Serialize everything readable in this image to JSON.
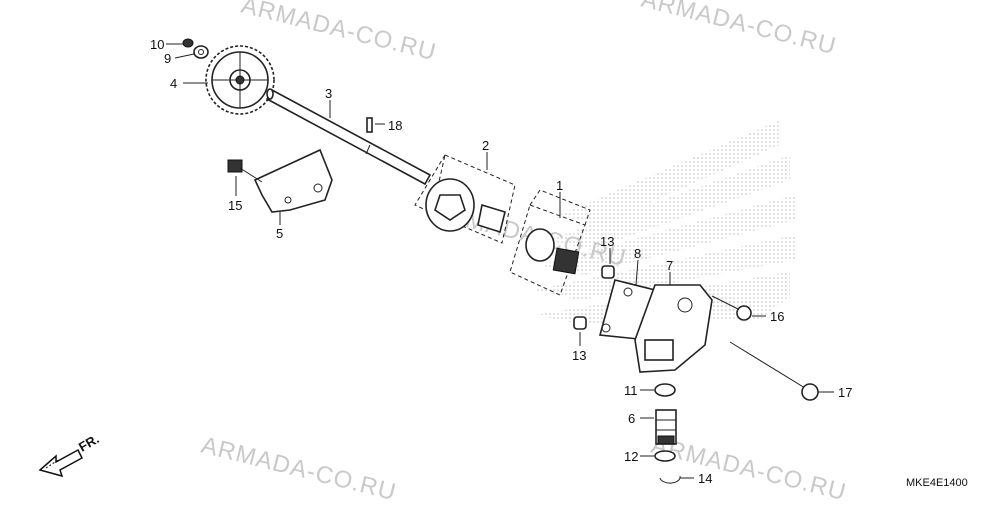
{
  "watermarks": [
    "ARMADA-CO.RU",
    "ARMADA-CO.RU",
    "ARMADA-CO.RU",
    "ARMADA-CO.RU",
    "ARMADA-CO.RU",
    "ARMADA-CO.RU"
  ],
  "diagram_code": "MKE4E1400",
  "direction_label": "FR.",
  "colors": {
    "ink": "#222222",
    "watermark": "#c9c9c9",
    "wing": "#d4d4d4"
  },
  "callouts": [
    "10",
    "9",
    "4",
    "3",
    "18",
    "2",
    "1",
    "15",
    "5",
    "13",
    "8",
    "7",
    "16",
    "13",
    "11",
    "17",
    "6",
    "12",
    "14"
  ],
  "icons": [
    "honda-wing-logo",
    "front-direction-arrow"
  ]
}
